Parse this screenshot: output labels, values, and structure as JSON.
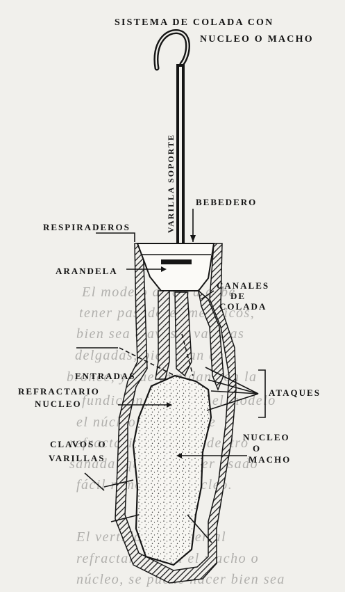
{
  "diagram": {
    "title_line1": "SISTEMA DE COLADA CON",
    "title_line2": "NUCLEO O MACHO",
    "labels": {
      "varilla_soporte": "VARILLA SOPORTE",
      "bebedero": "BEBEDERO",
      "respiraderos": "RESPIRADEROS",
      "arandela": "ARANDELA",
      "canales_line1": "CANALES",
      "canales_line2": "DE",
      "canales_line3": "COLADA",
      "entradas": "ENTRADAS",
      "refractario": "REFRACTARIO",
      "nucleo_left": "NUCLEO",
      "ataques": "ATAQUES",
      "clavos_line1": "CLAVOS O",
      "clavos_line2": "VARILLAS",
      "nucleo_right": "NUCLEO",
      "o_connector": "O",
      "macho": "MACHO"
    }
  },
  "background_text": [
    "El modelo de cera debe",
    "tener pasadores metálicos,",
    "bien sea clavos o varillas",
    "delgadas, bien sean de",
    "bronce, y que impidan con la",
    "fundición se mueva el modelo",
    "el núcleo en el molde",
    "refractario, ubicado dentro",
    "sanada, que podrá ser usado",
    "fácil remover el núcleo.",
    "El vertido del material",
    "refractario para el macho o",
    "núcleo, se puede hacer bien sea"
  ]
}
